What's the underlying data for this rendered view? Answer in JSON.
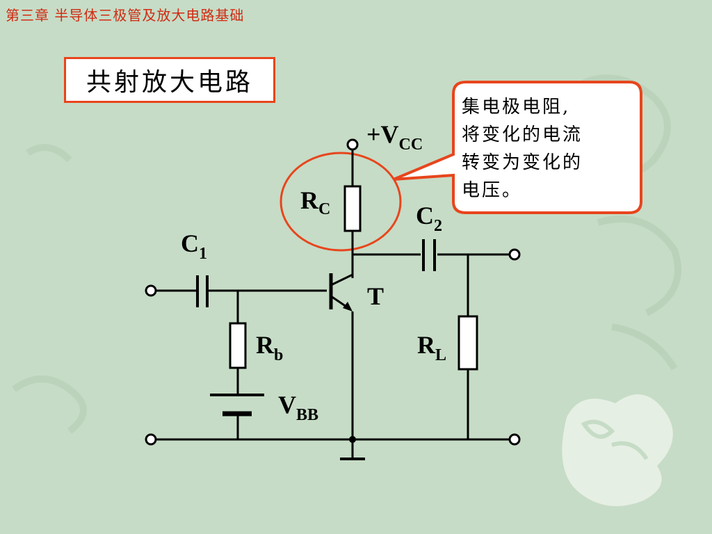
{
  "header": {
    "chapter_title": "第三章  半导体三极管及放大电路基础"
  },
  "title": {
    "text": "共射放大电路"
  },
  "callout": {
    "lines": [
      "集电极电阻,",
      "将变化的电流",
      "转变为变化的",
      "电压。"
    ],
    "border_color": "#e8451d"
  },
  "circuit": {
    "labels": {
      "vcc_main": "+V",
      "vcc_sub": "CC",
      "rc_main": "R",
      "rc_sub": "C",
      "c1_main": "C",
      "c1_sub": "1",
      "c2_main": "C",
      "c2_sub": "2",
      "t_label": "T",
      "rb_main": "R",
      "rb_sub": "b",
      "rl_main": "R",
      "rl_sub": "L",
      "vbb_main": "V",
      "vbb_sub": "BB"
    },
    "highlight_color": "#e8451d"
  },
  "colors": {
    "background": "#c6dcc6",
    "accent": "#d12a12"
  }
}
